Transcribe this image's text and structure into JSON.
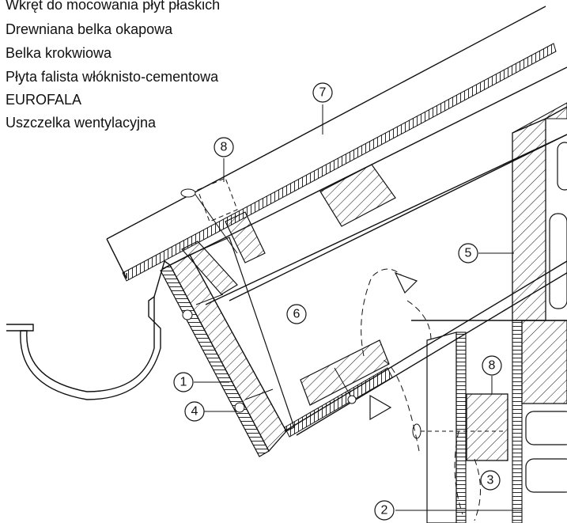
{
  "legend": {
    "items": [
      "Wkręt do mocowania płyt płaskich",
      "Drewniana belka okapowa",
      "Belka krokwiowa",
      "Płyta falista włóknisto-cementowa",
      "EUROFALA",
      "Uszczelka wentylacyjna"
    ]
  },
  "callouts": [
    {
      "id": "callout-1",
      "label": "1"
    },
    {
      "id": "callout-2",
      "label": "2"
    },
    {
      "id": "callout-3",
      "label": "3"
    },
    {
      "id": "callout-4",
      "label": "4"
    },
    {
      "id": "callout-5",
      "label": "5"
    },
    {
      "id": "callout-6",
      "label": "6"
    },
    {
      "id": "callout-7",
      "label": "7"
    },
    {
      "id": "callout-8a",
      "label": "8"
    },
    {
      "id": "callout-8b",
      "label": "8"
    }
  ]
}
